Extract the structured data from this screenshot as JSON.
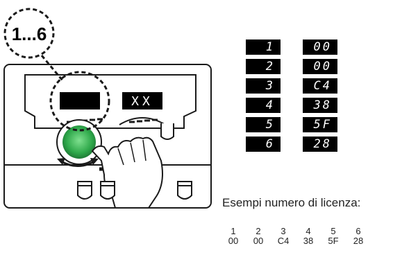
{
  "colors": {
    "knob": "#2ea84a",
    "knob_highlight": "#7fe08f",
    "display": "#000000",
    "stroke": "#1a1a1a"
  },
  "callout": {
    "label": "1...6"
  },
  "device": {
    "right_display_text": "XX"
  },
  "lcd_rows": [
    {
      "index": "1",
      "value": "00"
    },
    {
      "index": "2",
      "value": "00"
    },
    {
      "index": "3",
      "value": "C4"
    },
    {
      "index": "4",
      "value": "38"
    },
    {
      "index": "5",
      "value": "5F"
    },
    {
      "index": "6",
      "value": "28"
    }
  ],
  "example": {
    "caption": "Esempi numero di licenza:",
    "indices": [
      "1",
      "2",
      "3",
      "4",
      "5",
      "6"
    ],
    "values": [
      "00",
      "00",
      "C4",
      "38",
      "5F",
      "28"
    ]
  },
  "icons": [
    "rotate-arrows-icon",
    "hand-icon"
  ]
}
